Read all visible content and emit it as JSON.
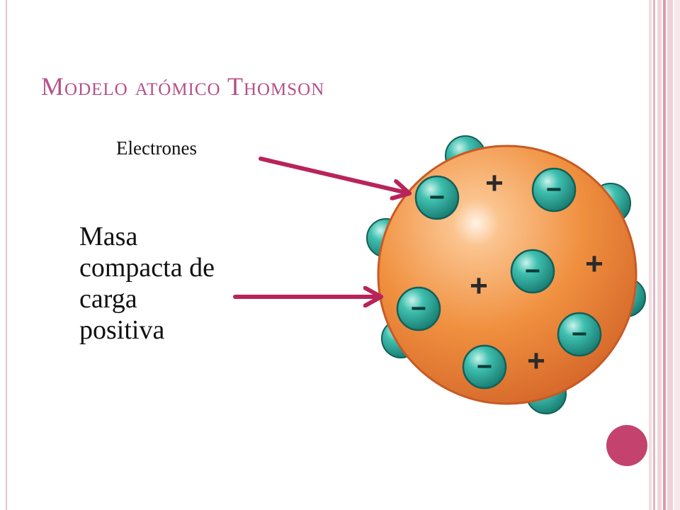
{
  "title": "Modelo atómico Thomson",
  "labels": {
    "electrons": "Electrones",
    "mass": "Masa compacta de carga positiva"
  },
  "electron_symbol": "−",
  "proton_symbol": "+",
  "colors": {
    "title": "#b5508a",
    "arrow": "#b8245a",
    "sphere": "#ee8b3a",
    "electron": "#2aa89a",
    "accent_dot": "#c4426e",
    "border_stripes": "#e2b6c2"
  }
}
